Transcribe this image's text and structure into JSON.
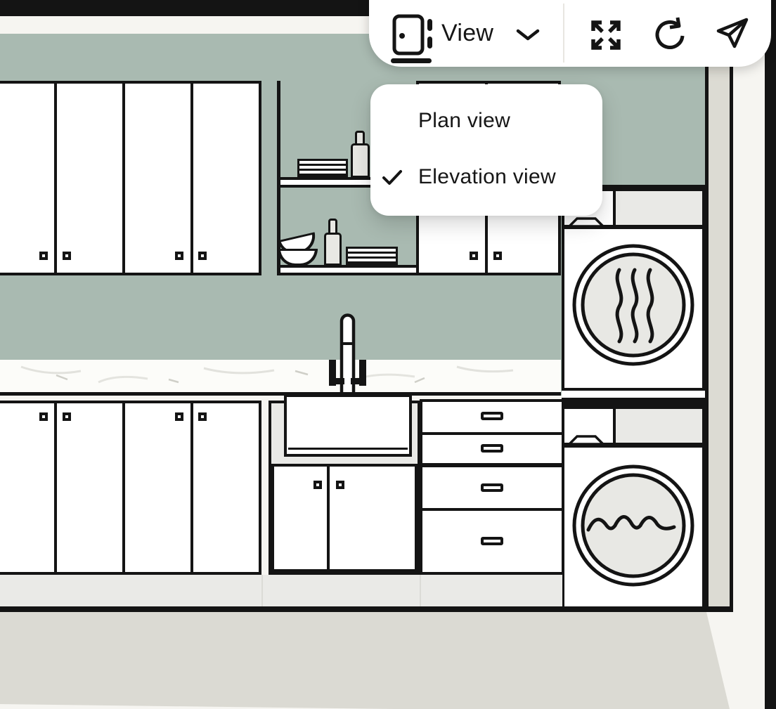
{
  "toolbar": {
    "view_label": "View",
    "icons": {
      "view_mode": "door-elevation-icon",
      "dropdown": "chevron-down-icon",
      "expand": "expand-arrows-icon",
      "rotate": "rotate-clockwise-icon",
      "share": "send-plane-icon"
    }
  },
  "view_menu": {
    "items": [
      {
        "label": "Plan view",
        "checked": false
      },
      {
        "label": "Elevation view",
        "checked": true
      }
    ]
  },
  "canvas": {
    "illustration": "kitchen-elevation-drawing",
    "objects": [
      "upper-cabinets",
      "open-shelves",
      "plates",
      "bottles",
      "bowls",
      "sink",
      "faucet",
      "base-cabinets",
      "drawer-unit",
      "dryer",
      "washer"
    ],
    "colors": {
      "wall_green": "#a9bab1",
      "paper_offwhite": "#f6f5f1",
      "line_black": "#141414",
      "panel_gray": "#dcdbd3",
      "floor_gray": "#dbdad3",
      "toe_kick_gray": "#eaeae7",
      "appliance_gray": "#e9e9e6",
      "drum_gray": "#e8e8e4",
      "counter_white": "#fcfcf9"
    }
  }
}
